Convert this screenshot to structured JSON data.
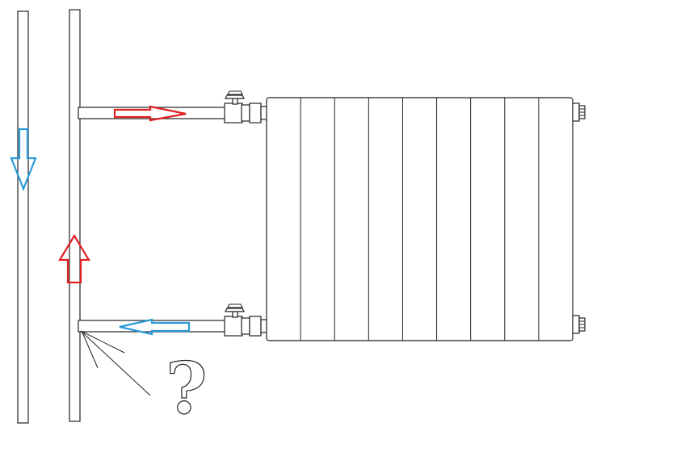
{
  "colors": {
    "hot_flow": "#e02020",
    "cold_flow": "#2a9ad8",
    "line": "#222222",
    "background": "#ffffff"
  },
  "radiator": {
    "sections": 9
  },
  "arrows": [
    {
      "name": "return-riser-down-arrow",
      "color": "cold_flow",
      "direction": "down"
    },
    {
      "name": "supply-riser-up-arrow",
      "color": "hot_flow",
      "direction": "up"
    },
    {
      "name": "supply-pipe-right-arrow",
      "color": "hot_flow",
      "direction": "right"
    },
    {
      "name": "return-pipe-left-arrow",
      "color": "cold_flow",
      "direction": "left"
    }
  ],
  "annotations": {
    "question_mark": "?"
  }
}
